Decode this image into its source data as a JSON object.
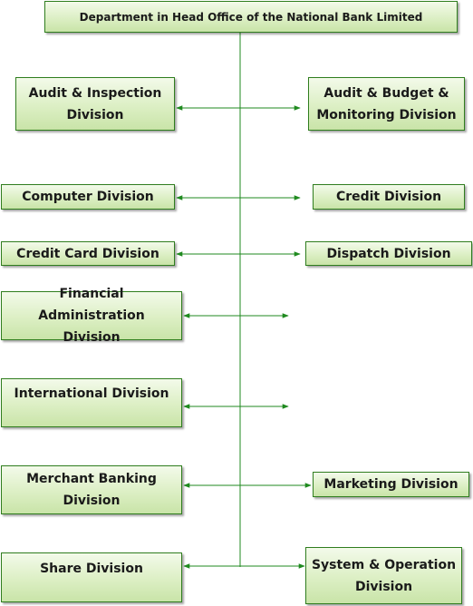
{
  "title": "Department in Head Office of the National Bank Limited",
  "divisions": {
    "audit_inspection": "Audit & Inspection\nDivision",
    "audit_budget": "Audit & Budget &\nMonitoring Division",
    "computer": "Computer Division",
    "credit": "Credit Division",
    "credit_card": "Credit Card Division",
    "dispatch": "Dispatch Division",
    "financial_admin": "Financial Administration\nDivision",
    "international": "International Division",
    "merchant_banking": "Merchant Banking\nDivision",
    "marketing": "Marketing Division",
    "share": "Share Division",
    "system_operation": "System & Operation\nDivision"
  },
  "colors": {
    "line": "#1f8a1f",
    "box_border": "#2f7d1e",
    "box_fill_top": "#f3faea",
    "box_fill_bottom": "#c9e4a8"
  }
}
